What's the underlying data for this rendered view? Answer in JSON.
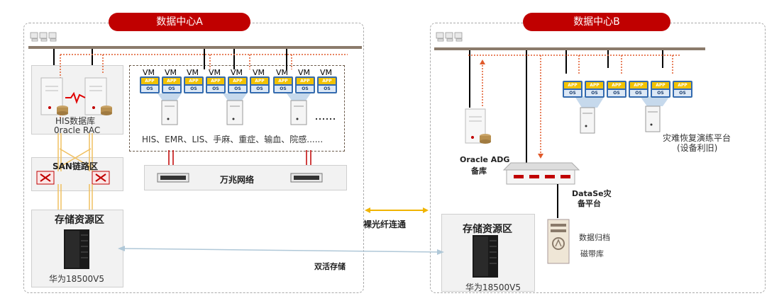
{
  "datacenter_a": {
    "title": "数据中心A",
    "his_db": "HIS数据库",
    "oracle_rac": "0racle RAC",
    "san": "SAN链路区",
    "storage_title": "存储资源区",
    "storage_device": "华为18500V5",
    "apps": "HIS、EMR、LIS、手麻、重症、输血、院感......",
    "network": "万兆网络",
    "vm_label": "VM",
    "app_label": "APP",
    "os_label": "OS"
  },
  "datacenter_b": {
    "title": "数据中心B",
    "oracle_adg_1": "Oracle ADG",
    "oracle_adg_2": "备库",
    "datase_1": "DataSe灾",
    "datase_2": "备平台",
    "dr_platform_1": "灾难恢复演练平台",
    "dr_platform_2": "(设备利旧)",
    "archive": "数据归档",
    "tape": "磁带库",
    "storage_title": "存储资源区",
    "storage_device": "华为18500V5"
  },
  "links": {
    "fiber": "裸光纤连通",
    "active_storage": "双活存储"
  },
  "colors": {
    "accent": "#c00000",
    "bus": "#8b7b6b",
    "dotted": "#e05a2b",
    "fiber": "#f0b400",
    "active": "#b0c8d8"
  }
}
